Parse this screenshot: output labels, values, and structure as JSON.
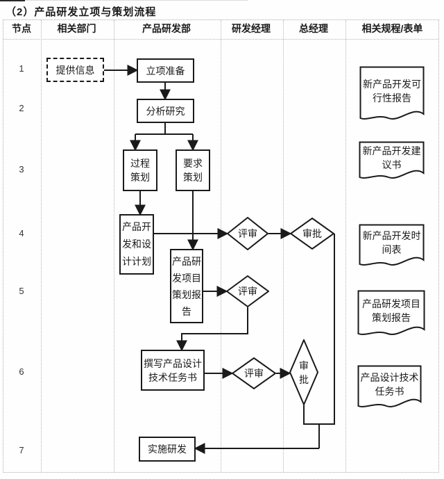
{
  "title": "（2）产品研发立项与策划流程",
  "header": [
    "节点",
    "相关部门",
    "产品研发部",
    "研发经理",
    "总经理",
    "相关规程/表单"
  ],
  "node_numbers": [
    "1",
    "2",
    "3",
    "4",
    "5",
    "6",
    "7"
  ],
  "flow": {
    "provide_info": "提供信息",
    "project_prep": "立项准备",
    "analyze": "分析研究",
    "process_plan": "过程\n策划",
    "requirement_plan": "要求\n策划",
    "dev_design_plan": "产品开\n发和设\n计计划",
    "rd_project_plan_report": "产品研\n发项目\n策划报\n告",
    "write_task_book": "撰写产品设计\n技术任务书",
    "implement": "实施研发",
    "review1": "评审",
    "review2": "评审",
    "review3": "评审",
    "approve1": "审批",
    "approve2": "审\n批"
  },
  "documents": [
    "新产品开发可\n行性报告",
    "新产品开发建\n议书",
    "新产品开发时\n间表",
    "产品研发项目\n策划报告",
    "产品设计技术\n任务书"
  ],
  "colors": {
    "line": "#1a1a1a",
    "grid_line": "#b5b5b5",
    "text": "#1a1a1a",
    "background": "#fefefe"
  }
}
